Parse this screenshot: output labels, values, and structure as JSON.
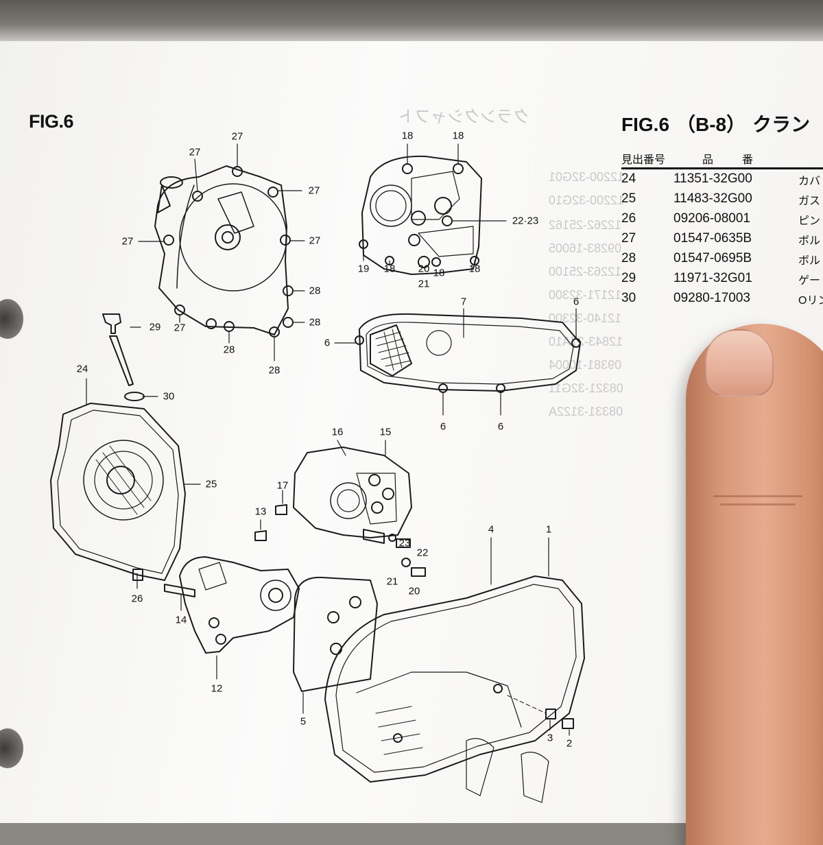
{
  "headings": {
    "fig_left": "FIG.6",
    "fig_right_1": "FIG.6",
    "fig_right_2": "（B-8）",
    "fig_right_3": "クラン"
  },
  "table": {
    "header_no": "見出番号",
    "header_pn_1": "品",
    "header_pn_2": "番",
    "rows": [
      {
        "no": "24",
        "pn": "11351-32G00",
        "name": "カバ"
      },
      {
        "no": "25",
        "pn": "11483-32G00",
        "name": "ガス"
      },
      {
        "no": "26",
        "pn": "09206-08001",
        "name": "ピン"
      },
      {
        "no": "27",
        "pn": "01547-0635B",
        "name": "ボル"
      },
      {
        "no": "28",
        "pn": "01547-0695B",
        "name": "ボル"
      },
      {
        "no": "29",
        "pn": "11971-32G01",
        "name": "ゲー"
      },
      {
        "no": "30",
        "pn": "09280-17003",
        "name": "Oリン"
      }
    ]
  },
  "callouts": {
    "c1": "27",
    "c2": "27",
    "c3": "27",
    "c4": "27",
    "c5": "27",
    "c6": "27",
    "c7": "27",
    "c8": "28",
    "c9": "28",
    "c10": "28",
    "c11": "28",
    "c12": "29",
    "c13": "30",
    "c14": "24",
    "c15": "25",
    "c16": "26",
    "c17": "18",
    "c18": "18",
    "c19": "22·23",
    "c20": "19",
    "c21": "18",
    "c22": "20",
    "c23": "21",
    "c24": "18",
    "c25": "18",
    "c26": "7",
    "c27": "6",
    "c28": "6",
    "c29": "6",
    "c30": "6",
    "c31": "16",
    "c32": "15",
    "c33": "17",
    "c34": "13",
    "c35": "23",
    "c36": "22",
    "c37": "21",
    "c38": "20",
    "c39": "14",
    "c40": "12",
    "c41": "4",
    "c42": "1",
    "c43": "5",
    "c44": "3",
    "c45": "2"
  }
}
